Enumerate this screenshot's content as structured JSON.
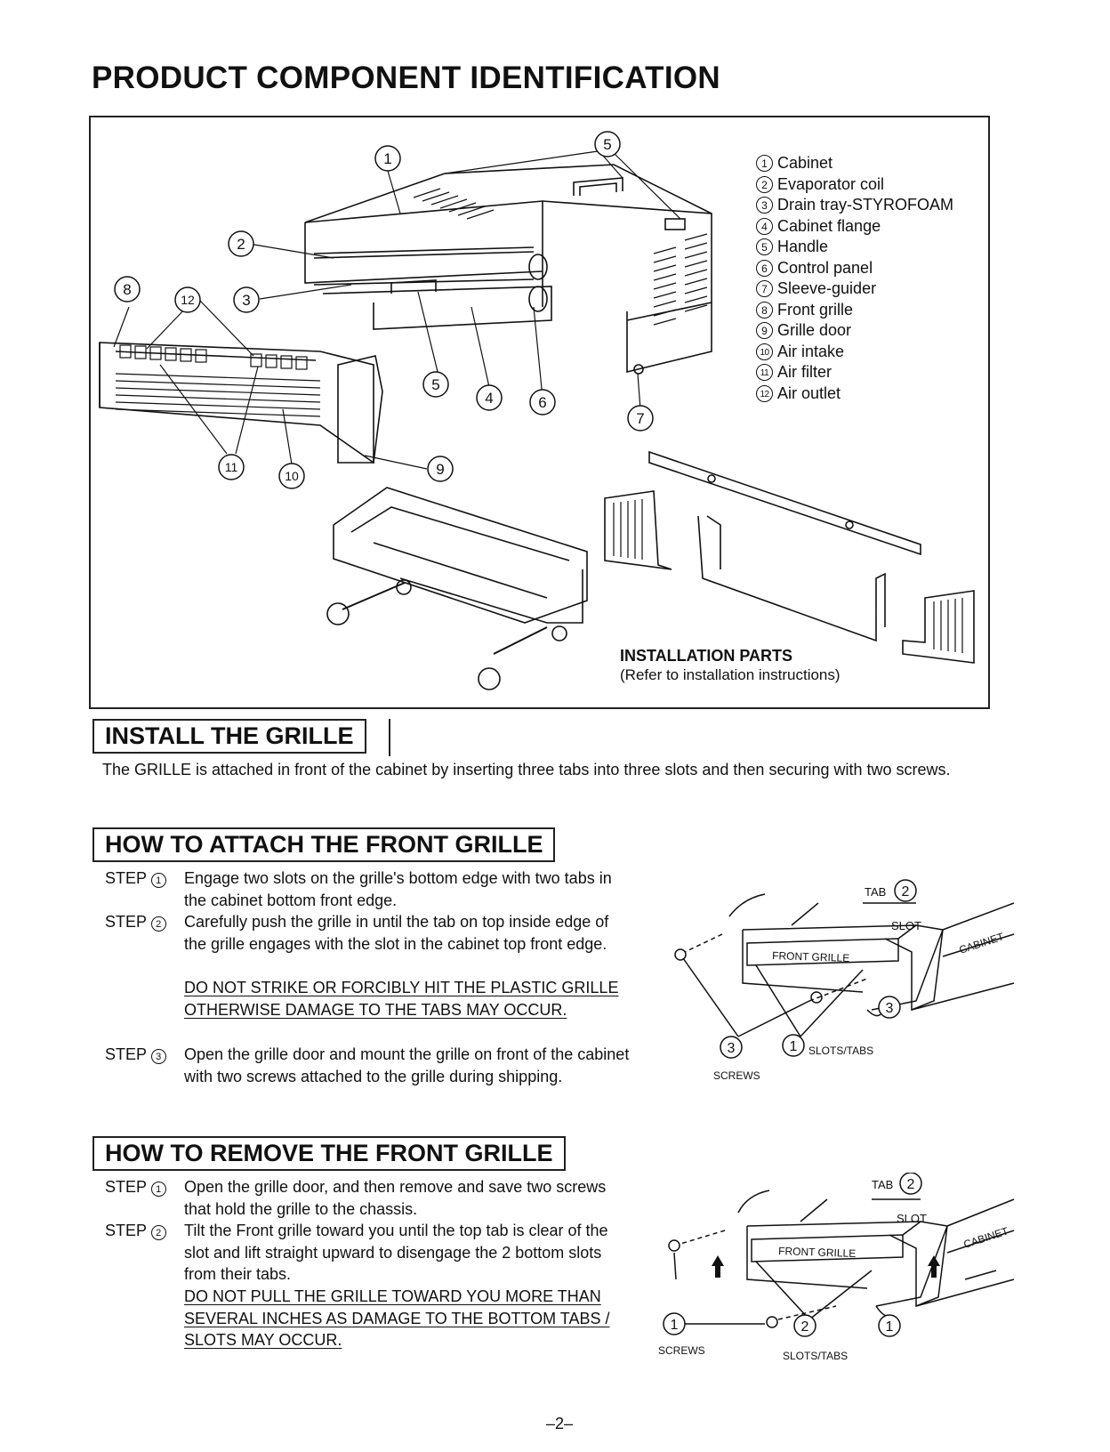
{
  "title": "PRODUCT COMPONENT IDENTIFICATION",
  "legend": [
    {
      "num": "1",
      "label": "Cabinet"
    },
    {
      "num": "2",
      "label": "Evaporator coil"
    },
    {
      "num": "3",
      "label": "Drain tray-STYROFOAM"
    },
    {
      "num": "4",
      "label": "Cabinet flange"
    },
    {
      "num": "5",
      "label": "Handle"
    },
    {
      "num": "6",
      "label": "Control panel"
    },
    {
      "num": "7",
      "label": "Sleeve-guider"
    },
    {
      "num": "8",
      "label": "Front grille"
    },
    {
      "num": "9",
      "label": "Grille door"
    },
    {
      "num": "10",
      "label": "Air intake"
    },
    {
      "num": "11",
      "label": "Air filter"
    },
    {
      "num": "12",
      "label": "Air outlet"
    }
  ],
  "installation_parts": {
    "title": "INSTALLATION PARTS",
    "note": "(Refer to installation instructions)"
  },
  "install_grille": {
    "heading": "INSTALL THE GRILLE",
    "text": "The GRILLE is attached in front of the cabinet by inserting three tabs into three slots and then securing with two screws."
  },
  "attach": {
    "heading": "HOW TO ATTACH THE FRONT GRILLE",
    "step_word": "STEP",
    "steps": [
      {
        "num": "1",
        "text": "Engage two slots on the grille's bottom edge with two tabs in the cabinet bottom front edge."
      },
      {
        "num": "2",
        "text": "Carefully push the grille in until the tab on top inside edge of the grille engages with the slot in the cabinet top front edge.",
        "warning": "DO NOT STRIKE OR FORCIBLY HIT THE PLASTIC GRILLE OTHERWISE DAMAGE TO THE TABS MAY OCCUR."
      },
      {
        "num": "3",
        "text": "Open the grille door and mount the grille on front of the cabinet with two screws attached to the grille during shipping."
      }
    ],
    "diagram": {
      "tab": "TAB",
      "tab_num": "2",
      "slot": "SLOT",
      "front_grille": "FRONT GRILLE",
      "cabinet": "CABINET",
      "slots_tabs_num": "1",
      "slots_tabs": "SLOTS/TABS",
      "screws_num": "3",
      "screws": "SCREWS",
      "door_num": "3"
    }
  },
  "remove": {
    "heading": "HOW TO REMOVE THE FRONT GRILLE",
    "step_word": "STEP",
    "steps": [
      {
        "num": "1",
        "text": "Open the grille door, and then remove and save two screws that hold the grille to the chassis."
      },
      {
        "num": "2",
        "text": "Tilt the Front grille toward you until the top tab is clear of the slot and lift straight upward to disengage the 2 bottom slots from their tabs.",
        "warning": "DO NOT PULL THE GRILLE TOWARD YOU MORE THAN SEVERAL INCHES AS DAMAGE TO THE BOTTOM TABS / SLOTS MAY OCCUR."
      }
    ],
    "diagram": {
      "tab": "TAB",
      "tab_num": "2",
      "slot": "SLOT",
      "front_grille": "FRONT GRILLE",
      "cabinet": "CABINET",
      "screws_num": "1",
      "screws": "SCREWS",
      "slots_num": "2",
      "slots_tabs": "SLOTS/TABS",
      "door_num": "1"
    }
  },
  "callouts": {
    "c1": "1",
    "c2": "2",
    "c3": "3",
    "c4": "4",
    "c5a": "5",
    "c5b": "5",
    "c6": "6",
    "c7": "7",
    "c8": "8",
    "c9": "9",
    "c10": "10",
    "c11": "11",
    "c12": "12"
  },
  "page_number": "–2–"
}
